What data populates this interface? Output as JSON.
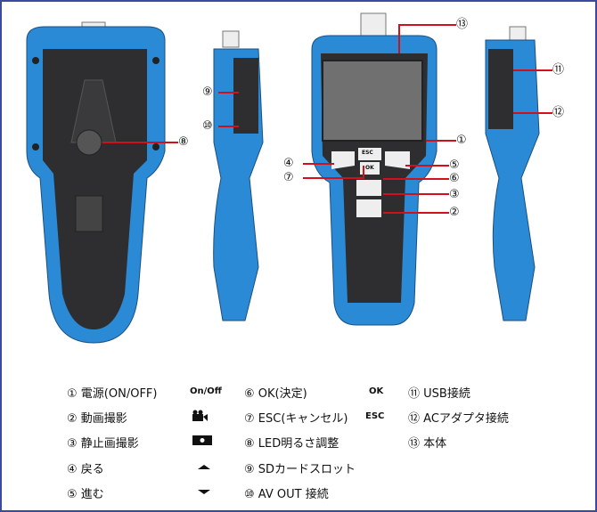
{
  "callouts": {
    "c1": "①",
    "c2": "②",
    "c3": "③",
    "c4": "④",
    "c5": "⑤",
    "c6": "⑥",
    "c7": "⑦",
    "c8": "⑧",
    "c9": "⑨",
    "c10": "⑩",
    "c11": "⑪",
    "c12": "⑫",
    "c13": "⑬"
  },
  "device_labels": {
    "esc": "ESC",
    "ok": "OK"
  },
  "legend": [
    {
      "num": "①",
      "label": "電源(ON/OFF)",
      "icon": "On/Off"
    },
    {
      "num": "②",
      "label": "動画撮影",
      "icon": "video-camera-icon"
    },
    {
      "num": "③",
      "label": "静止画撮影",
      "icon": "camera-icon"
    },
    {
      "num": "④",
      "label": "戻る",
      "icon": "up-arrow-icon"
    },
    {
      "num": "⑤",
      "label": "進む",
      "icon": "down-arrow-icon"
    },
    {
      "num": "⑥",
      "label": "OK(決定)",
      "icon": "OK"
    },
    {
      "num": "⑦",
      "label": "ESC(キャンセル)",
      "icon": "ESC"
    },
    {
      "num": "⑧",
      "label": "LED明るさ調整"
    },
    {
      "num": "⑨",
      "label": "SDカードスロット"
    },
    {
      "num": "⑩",
      "label": "AV OUT 接続"
    },
    {
      "num": "⑪",
      "label": "USB接続"
    },
    {
      "num": "⑫",
      "label": "ACアダプタ接続"
    },
    {
      "num": "⑬",
      "label": "本体"
    }
  ],
  "colors": {
    "body": "#2b8ad6",
    "rubber": "#2e2e30",
    "leader": "#d0101a",
    "frame": "#3b4a9c"
  }
}
